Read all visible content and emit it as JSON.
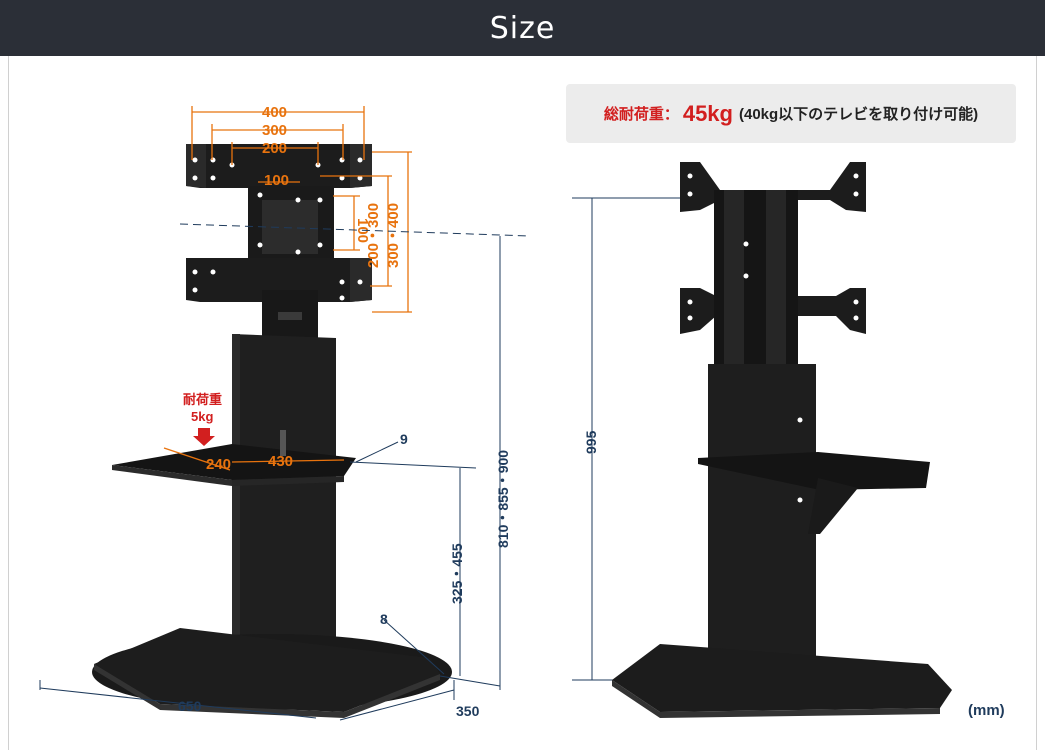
{
  "header": {
    "title": "Size"
  },
  "capacity": {
    "label": "総耐荷重：",
    "value": "45kg",
    "note": "(40kg以下のテレビを取り付け可能)"
  },
  "dimensions": {
    "vesa_400": "400",
    "vesa_300": "300",
    "vesa_200": "200",
    "vesa_100": "100",
    "vert_100": "100",
    "vert_200_300": "200・300",
    "vert_300_400": "300・400",
    "shelf_load_label": "耐荷重",
    "shelf_load_value": "5kg",
    "shelf_depth": "240",
    "shelf_width": "430",
    "shelf_thickness": "9",
    "shelf_height": "325・455",
    "center_height": "810・855・900",
    "base_thickness": "8",
    "base_width": "650",
    "base_depth": "350",
    "total_height": "995"
  },
  "unit": "(mm)",
  "colors": {
    "header_bg": "#2b2f37",
    "orange": "#e8730e",
    "navy": "#1f3b5c",
    "red": "#d21f1f",
    "product": "#1c1c1c"
  }
}
